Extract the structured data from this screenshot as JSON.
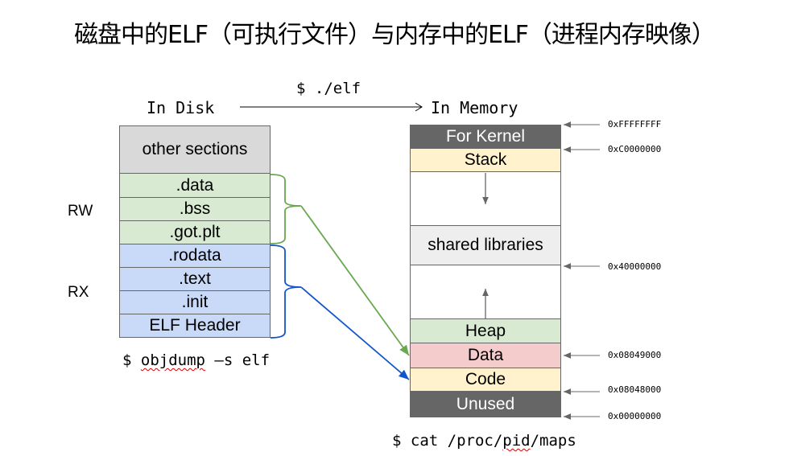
{
  "title": "磁盘中的ELF（可执行文件）与内存中的ELF（进程内存映像）",
  "labels": {
    "in_disk": "In Disk",
    "in_memory": "In Memory",
    "exec_command": "$ ./elf",
    "rw": "RW",
    "rx": "RX"
  },
  "disk_sections": [
    {
      "label": "other sections",
      "color": "#d9d9d9"
    },
    {
      "label": ".data",
      "color": "#d9ead3"
    },
    {
      "label": ".bss",
      "color": "#d9ead3"
    },
    {
      "label": ".got.plt",
      "color": "#d9ead3"
    },
    {
      "label": ".rodata",
      "color": "#c9daf8"
    },
    {
      "label": ".text",
      "color": "#c9daf8"
    },
    {
      "label": ".init",
      "color": "#c9daf8"
    },
    {
      "label": "ELF Header",
      "color": "#c9daf8"
    }
  ],
  "memory_regions": [
    {
      "label": "For Kernel",
      "color": "#666666",
      "text_color": "#ffffff"
    },
    {
      "label": "Stack",
      "color": "#fff2cc",
      "text_color": "#000000"
    },
    {
      "label": "",
      "color": "#ffffff",
      "text_color": "#000000",
      "growth": "down"
    },
    {
      "label": "shared libraries",
      "color": "#eeeeee",
      "text_color": "#000000"
    },
    {
      "label": "",
      "color": "#ffffff",
      "text_color": "#000000",
      "growth": "up"
    },
    {
      "label": "Heap",
      "color": "#d9ead3",
      "text_color": "#000000"
    },
    {
      "label": "Data",
      "color": "#f4cccc",
      "text_color": "#000000"
    },
    {
      "label": "Code",
      "color": "#fff2cc",
      "text_color": "#000000"
    },
    {
      "label": "Unused",
      "color": "#666666",
      "text_color": "#ffffff"
    }
  ],
  "addresses": [
    "0xFFFFFFFF",
    "0xC0000000",
    "0x40000000",
    "0x08049000",
    "0x08048000",
    "0x00000000"
  ],
  "commands": {
    "objdump_prefix": "$ ",
    "objdump_word": "objdump",
    "objdump_suffix": " –s elf",
    "maps_prefix": "$ cat /proc/",
    "maps_word": "pid",
    "maps_suffix": "/maps"
  },
  "colors": {
    "rw_arrow": "#6aa84f",
    "rx_arrow": "#1155cc",
    "address_arrow": "#666666"
  }
}
